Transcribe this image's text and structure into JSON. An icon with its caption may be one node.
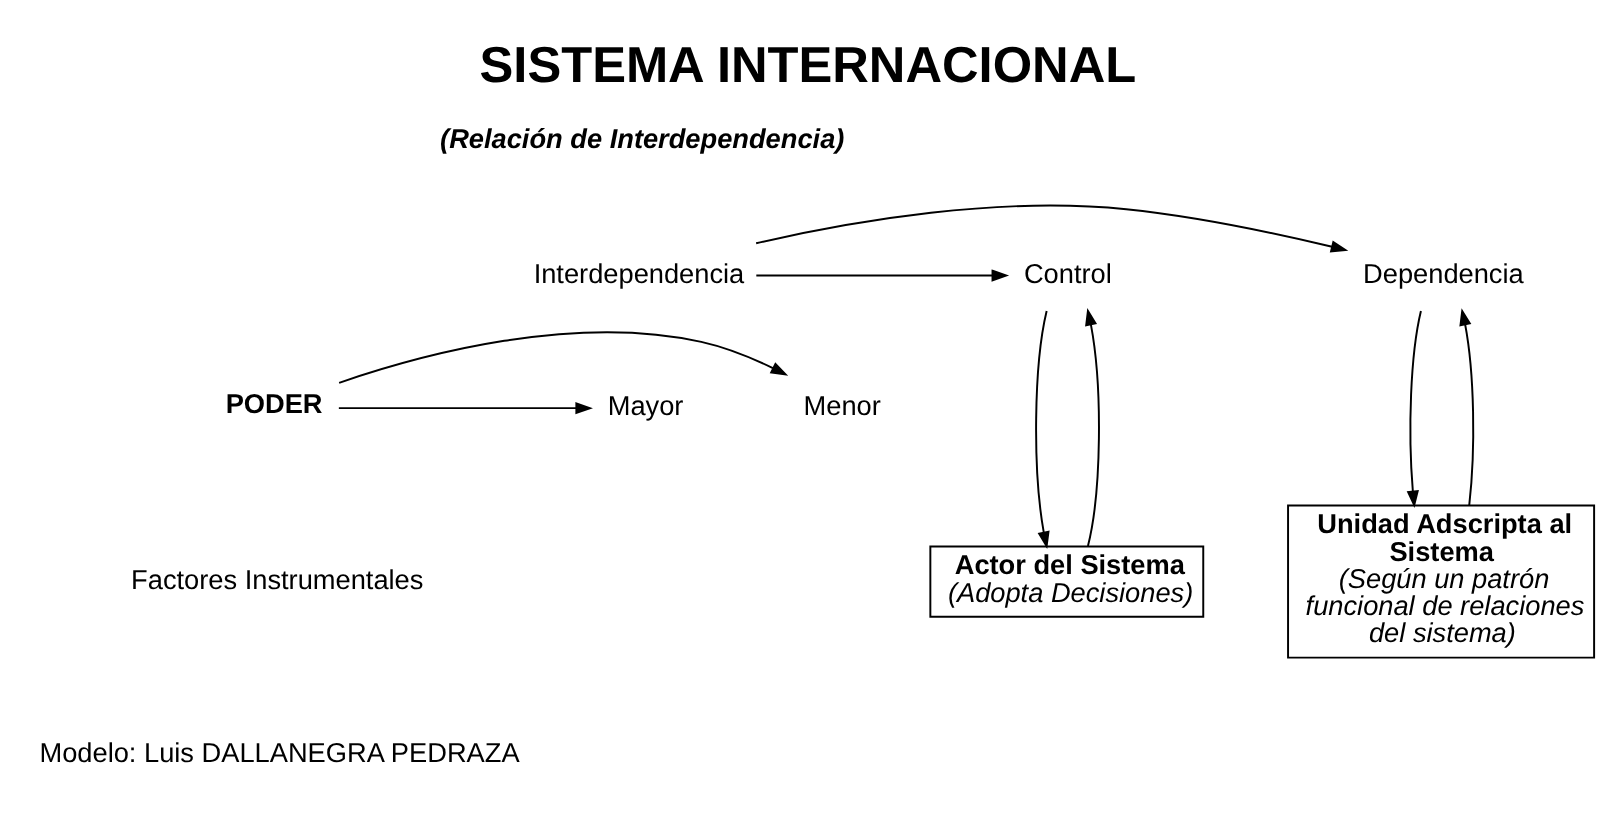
{
  "diagram": {
    "title": "SISTEMA INTERNACIONAL",
    "nodes": [
      {
        "text": [
          "Dependencia"
        ]
      },
      {
        "text": [
          "Interdependencia"
        ]
      },
      {
        "text": [
          "Control"
        ]
      },
      {
        "text": [
          "Menor"
        ]
      },
      {
        "text": [
          "PODER"
        ]
      },
      {
        "text": [
          "Mayor"
        ]
      },
      {
        "text": [
          "Unidad Adscripta al Sistema",
          "(Según un patrón funcional de relaciones del sistema)"
        ]
      },
      {
        "text": [
          "Actor del Sistema",
          "(Adopta Decisiones)"
        ]
      }
    ],
    "edges": [
      {
        "from": 1,
        "to": 0,
        "arrow": "to"
      },
      {
        "from": 1,
        "to": 2,
        "arrow": "to"
      },
      {
        "from": 4,
        "to": 3,
        "arrow": "to"
      },
      {
        "from": 4,
        "to": 5,
        "arrow": "to"
      },
      {
        "from": 0,
        "to": 6,
        "arrow": "to"
      },
      {
        "from": 6,
        "to": 0,
        "arrow": "to"
      },
      {
        "from": 2,
        "to": 7,
        "arrow": "to"
      },
      {
        "from": 7,
        "to": 2,
        "arrow": "to"
      }
    ],
    "labels": [
      "(Relación de Interdependencia)",
      "Factores Instrumentales",
      "Modelo: Luis DALLANEGRA PEDRAZA"
    ]
  }
}
